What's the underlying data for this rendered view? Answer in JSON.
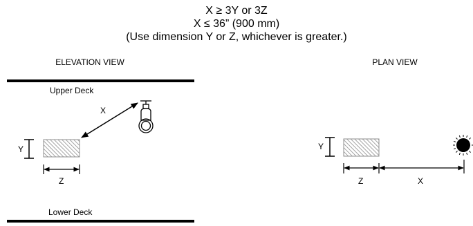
{
  "formula": {
    "line1": "X ≥ 3Y or 3Z",
    "line2": "X ≤ 36” (900 mm)",
    "line3": "(Use dimension Y or Z, whichever is greater.)"
  },
  "elevation_view": {
    "title": "ELEVATION VIEW",
    "upper_label": "Upper Deck",
    "lower_label": "Lower Deck",
    "dim_x": "X",
    "dim_y": "Y",
    "dim_z": "Z"
  },
  "plan_view": {
    "title": "PLAN VIEW",
    "dim_x": "X",
    "dim_y": "Y",
    "dim_z": "Z"
  },
  "colors": {
    "ink": "#000000",
    "hatch": "#9a9a9a"
  },
  "icons": {
    "light_elevation": "pendant-light-icon",
    "light_plan": "radiating-light-icon"
  }
}
